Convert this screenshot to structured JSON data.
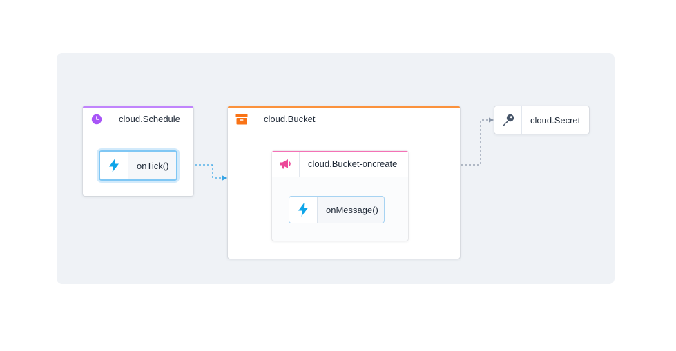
{
  "nodes": {
    "schedule": {
      "label": "cloud.Schedule",
      "icon": "clock-icon",
      "accent": "#a855f7"
    },
    "bucket": {
      "label": "cloud.Bucket",
      "icon": "archive-box-icon",
      "accent": "#f97316"
    },
    "topic": {
      "label": "cloud.Bucket-oncreate",
      "icon": "megaphone-icon",
      "accent": "#ec4899"
    },
    "secret": {
      "label": "cloud.Secret",
      "icon": "key-icon",
      "accent": "#475569"
    }
  },
  "functions": {
    "on_tick": {
      "label": "onTick()",
      "icon": "lightning-bolt-icon",
      "accent": "#0ea5e9"
    },
    "on_message": {
      "label": "onMessage()",
      "icon": "lightning-bolt-icon",
      "accent": "#0ea5e9"
    }
  },
  "colors": {
    "selected_edge": "#38a5e6",
    "edge": "#8a96a8"
  }
}
